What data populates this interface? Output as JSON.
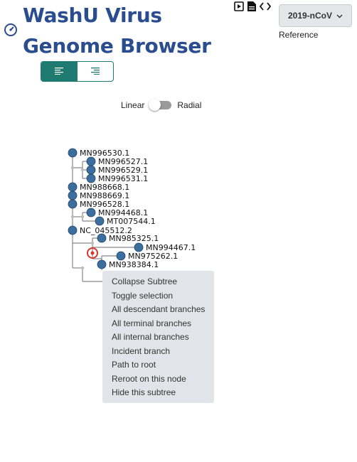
{
  "header": {
    "title": "WashU Virus Genome Browser",
    "icons": [
      "gauge-icon",
      "play-icon",
      "document-icon",
      "code-icon"
    ]
  },
  "reference": {
    "selected": "2019-nCoV",
    "label": "Reference",
    "icon": "chevron-down-icon"
  },
  "layout_toggle": {
    "left_icon": "align-left-icon",
    "right_icon": "align-right-icon",
    "active": "left"
  },
  "view_switch": {
    "left_label": "Linear",
    "right_label": "Radial",
    "selected": "Linear"
  },
  "tree": {
    "leaves": [
      "MN996530.1",
      "MN996527.1",
      "MN996529.1",
      "MN996531.1",
      "MN988668.1",
      "MN988669.1",
      "MN996528.1",
      "MN994468.1",
      "MT007544.1",
      "NC_045512.2",
      "MN985325.1",
      "MN994467.1",
      "MN975262.1",
      "MN938384.1"
    ],
    "selected_node_color": "#d9372b",
    "node_color": "#3b6f9e"
  },
  "context_menu": {
    "items": [
      "Collapse Subtree",
      "Toggle selection",
      "All descendant branches",
      "All terminal branches",
      "All internal branches",
      "Incident branch",
      "Path to root",
      "Reroot on this node",
      "Hide this subtree"
    ]
  }
}
